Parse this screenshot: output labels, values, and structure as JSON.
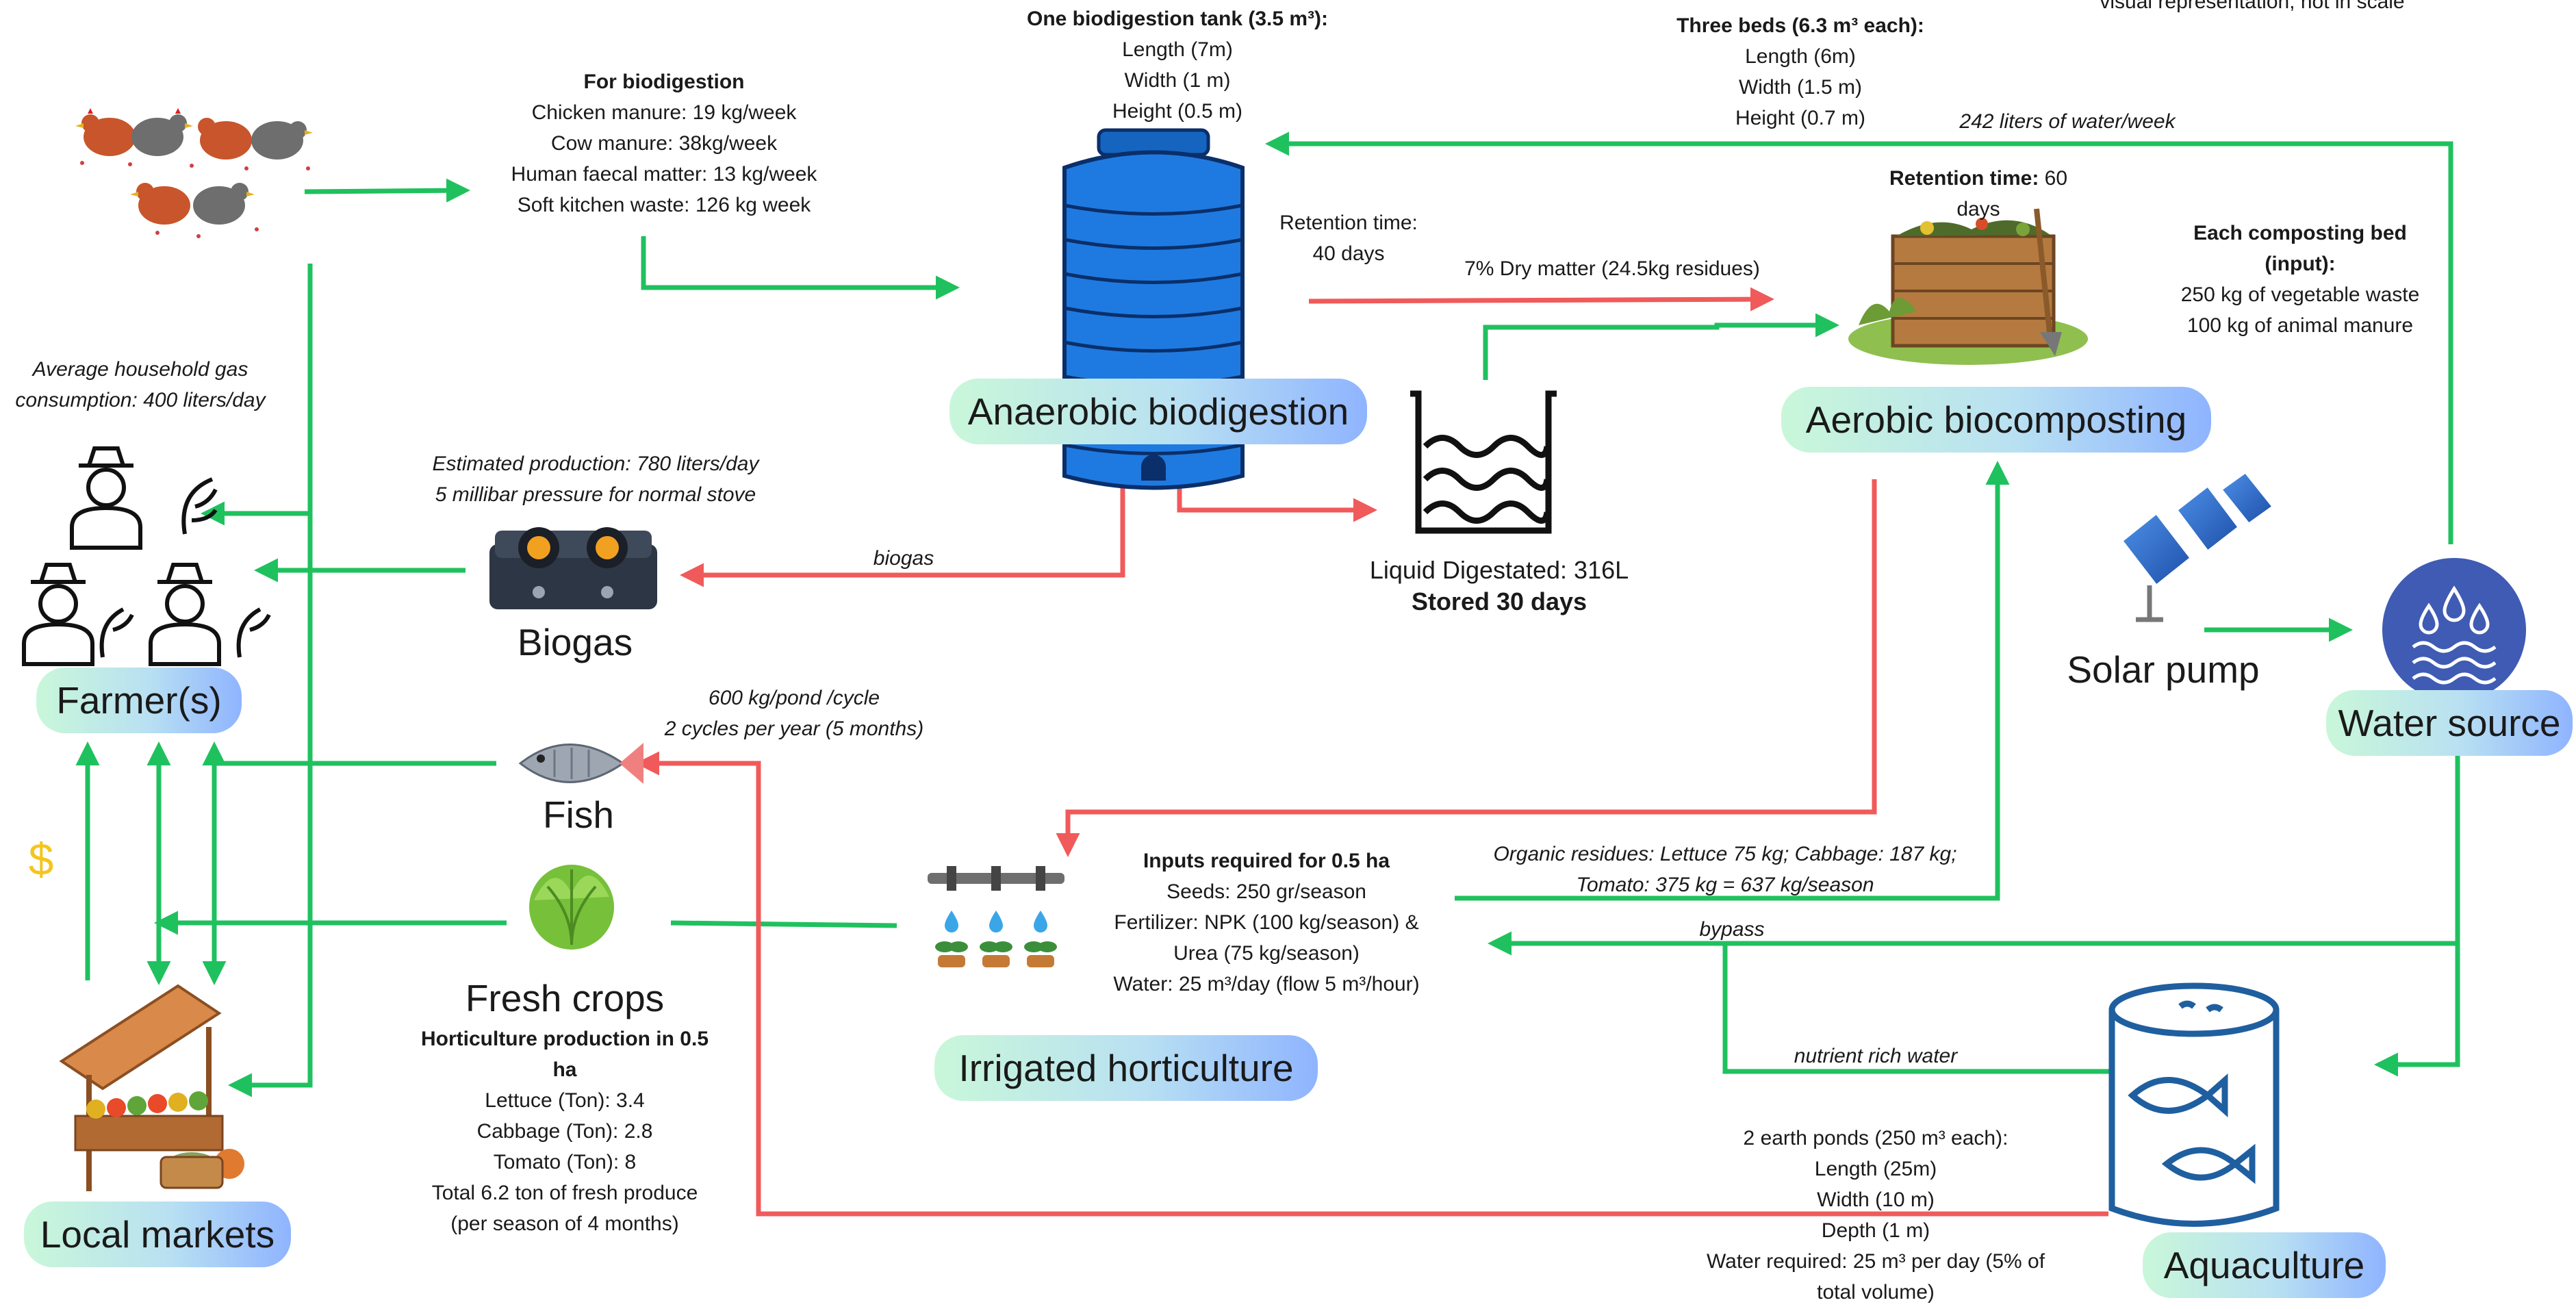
{
  "nodes": {
    "anaerobic": "Anaerobic biodigestion",
    "aerobic": "Aerobic biocomposting",
    "farmers": "Farmer(s)",
    "water_source": "Water source",
    "irrigated": "Irrigated horticulture",
    "local_markets": "Local markets",
    "aquaculture": "Aquaculture",
    "biogas": "Biogas",
    "fish": "Fish",
    "fresh_crops": "Fresh crops",
    "solar_pump": "Solar pump",
    "liquid_digestate": "Liquid Digestated: 316L",
    "stored": "Stored 30 days"
  },
  "texts": {
    "top_right_note": "visual representation, not in scale",
    "tank_title": "One biodigestion tank (3.5 m³):",
    "tank_dims": [
      "Length (7m)",
      "Width (1 m)",
      "Height (0.5 m)"
    ],
    "beds_title": "Three beds (6.3 m³ each):",
    "beds_dims": [
      "Length (6m)",
      "Width (1.5 m)",
      "Height (0.7 m)"
    ],
    "water_week": "242 liters of water/week",
    "for_biodigestion_title": "For biodigestion",
    "for_biodigestion": [
      "Chicken manure:  19 kg/week",
      "Cow manure: 38kg/week",
      "Human faecal matter: 13 kg/week",
      "Soft kitchen waste: 126 kg week"
    ],
    "retention_40_a": "Retention time:",
    "retention_40_b": "40 days",
    "dry_matter": "7% Dry matter (24.5kg residues)",
    "retention_60_label": "Retention time:",
    "retention_60_val": " 60",
    "retention_60_b": "days",
    "composting_title_a": "Each composting bed",
    "composting_title_b": "(input):",
    "composting_inputs": [
      "250 kg of vegetable waste",
      "100 kg of animal manure"
    ],
    "gas_consumption": [
      "Average household gas",
      "consumption: 400 liters/day"
    ],
    "estimated_production": [
      "Estimated production: 780 liters/day",
      "5 millibar pressure for normal stove"
    ],
    "biogas_edge": "biogas",
    "fish_production": [
      "600 kg/pond /cycle",
      "2 cycles per year (5 months)"
    ],
    "dollar": "$",
    "inputs_title": "Inputs required for 0.5 ha",
    "inputs": [
      "Seeds: 250 gr/season",
      "Fertilizer: NPK (100 kg/season) &",
      "Urea (75 kg/season)",
      "Water: 25 m³/day (flow 5 m³/hour)"
    ],
    "organic_residues": [
      "Organic residues: Lettuce 75 kg; Cabbage: 187 kg;",
      "Tomato: 375 kg = 637 kg/season"
    ],
    "bypass": "bypass",
    "nutrient_water": "nutrient rich water",
    "hort_title": [
      "Horticulture production in 0.5",
      "ha"
    ],
    "hort": [
      "Lettuce (Ton): 3.4",
      "Cabbage (Ton): 2.8",
      "Tomato (Ton): 8",
      "Total 6.2 ton of fresh produce",
      "(per season of 4 months)"
    ],
    "ponds": [
      "2 earth ponds (250 m³ each):",
      "Length (25m)",
      "Width (10 m)",
      "Depth (1 m)",
      "Water required: 25 m³ per day (5% of",
      "total volume)"
    ]
  },
  "colors": {
    "green_flow": "#1fc15e",
    "red_flow": "#f05a5a",
    "tank_blue": "#1565c0",
    "solar_blue": "#2f6fd0",
    "water_circle": "#3f5bb3",
    "aquaculture_blue": "#1f5fa0",
    "dollar": "#f4c51e",
    "pill_gradient": [
      "#c9f7d9",
      "#b8e0f2",
      "#8fb4ff"
    ]
  },
  "icons": [
    "chickens-icon",
    "farmers-icon",
    "stove-icon",
    "biodigester-tank-icon",
    "liquid-digestate-icon",
    "compost-bin-icon",
    "solar-panel-icon",
    "water-drop-icon",
    "fish-icon",
    "cabbage-icon",
    "drip-irrigation-icon",
    "market-stall-icon",
    "fish-pond-icon",
    "dollar-icon"
  ]
}
